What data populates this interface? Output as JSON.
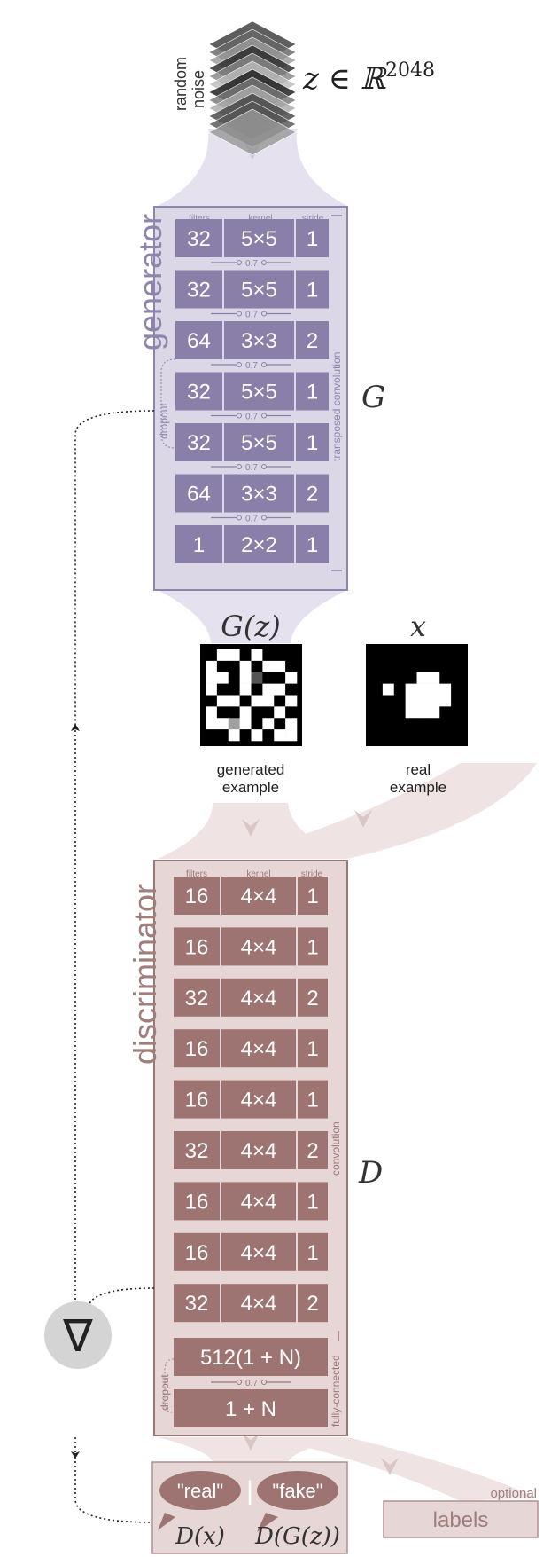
{
  "noise": {
    "label_line1": "random",
    "label_line2": "noise",
    "math": "z ∈ ℝ",
    "exponent": "2048"
  },
  "generator": {
    "title": "generator",
    "symbol": "G",
    "headers": {
      "filters": "filters",
      "kernel": "kernel",
      "stride": "stride"
    },
    "side_label": "transposed convolution",
    "dropout_label": "dropout",
    "dropout_rate": "0.7",
    "layers": [
      {
        "filters": "32",
        "kernel": "5×5",
        "stride": "1"
      },
      {
        "filters": "32",
        "kernel": "5×5",
        "stride": "1"
      },
      {
        "filters": "64",
        "kernel": "3×3",
        "stride": "2"
      },
      {
        "filters": "32",
        "kernel": "5×5",
        "stride": "1"
      },
      {
        "filters": "32",
        "kernel": "5×5",
        "stride": "1"
      },
      {
        "filters": "64",
        "kernel": "3×3",
        "stride": "2"
      },
      {
        "filters": "1",
        "kernel": "2×2",
        "stride": "1"
      }
    ]
  },
  "generated": {
    "symbol": "G(z)",
    "caption_line1": "generated",
    "caption_line2": "example"
  },
  "real": {
    "symbol": "x",
    "caption_line1": "real",
    "caption_line2": "example"
  },
  "discriminator": {
    "title": "discriminator",
    "symbol": "D",
    "headers": {
      "filters": "filters",
      "kernel": "kernel",
      "stride": "stride"
    },
    "conv_label": "convolution",
    "fc_label": "fully-connected",
    "dropout_label": "dropout",
    "dropout_rate": "0.7",
    "layers": [
      {
        "filters": "16",
        "kernel": "4×4",
        "stride": "1"
      },
      {
        "filters": "16",
        "kernel": "4×4",
        "stride": "1"
      },
      {
        "filters": "32",
        "kernel": "4×4",
        "stride": "2"
      },
      {
        "filters": "16",
        "kernel": "4×4",
        "stride": "1"
      },
      {
        "filters": "16",
        "kernel": "4×4",
        "stride": "1"
      },
      {
        "filters": "32",
        "kernel": "4×4",
        "stride": "2"
      },
      {
        "filters": "16",
        "kernel": "4×4",
        "stride": "1"
      },
      {
        "filters": "16",
        "kernel": "4×4",
        "stride": "1"
      },
      {
        "filters": "32",
        "kernel": "4×4",
        "stride": "2"
      }
    ],
    "fc_layers": [
      "512(1 + N)",
      "1 + N"
    ]
  },
  "gradient": {
    "symbol": "∇"
  },
  "output": {
    "real_label": "\"real\"",
    "fake_label": "\"fake\"",
    "divider": "|",
    "real_math": "D(x)",
    "fake_math": "D(G(z))",
    "optional_label": "optional",
    "labels_text": "labels"
  },
  "colors": {
    "gen_panel": "#dbd7e6",
    "gen_border": "#8e84ae",
    "gen_cell": "#8a7fa8",
    "gen_title": "#8e84ae",
    "disc_panel": "#e6d7d6",
    "disc_border": "#9a7775",
    "disc_cell": "#9d7472",
    "disc_title": "#a07e7c",
    "flow_gen": "#e5e1ee",
    "flow_disc": "#efe4e3"
  },
  "generated_grid": [
    [
      0,
      1,
      1,
      0,
      1,
      0,
      0,
      0
    ],
    [
      1,
      0,
      0,
      1,
      0,
      1,
      1,
      0
    ],
    [
      1,
      1,
      0,
      1,
      1,
      0,
      0,
      1
    ],
    [
      1,
      0,
      0,
      1,
      0,
      1,
      1,
      0
    ],
    [
      0,
      1,
      1,
      0,
      1,
      1,
      0,
      1
    ],
    [
      1,
      0,
      0,
      1,
      0,
      0,
      1,
      0
    ],
    [
      1,
      1,
      0,
      1,
      0,
      1,
      0,
      1
    ],
    [
      0,
      0,
      1,
      0,
      1,
      0,
      1,
      1
    ]
  ],
  "real_grid": [
    [
      0,
      0,
      0,
      0,
      0,
      0,
      0,
      0
    ],
    [
      0,
      0,
      0,
      0,
      0,
      0,
      0,
      0
    ],
    [
      0,
      0,
      0,
      0,
      1,
      1,
      0,
      0
    ],
    [
      0,
      1,
      0,
      1,
      1,
      1,
      1,
      0
    ],
    [
      0,
      0,
      0,
      1,
      1,
      1,
      1,
      0
    ],
    [
      0,
      0,
      0,
      1,
      1,
      1,
      0,
      0
    ],
    [
      0,
      0,
      0,
      0,
      0,
      0,
      0,
      0
    ],
    [
      0,
      0,
      0,
      0,
      0,
      0,
      0,
      0
    ]
  ]
}
